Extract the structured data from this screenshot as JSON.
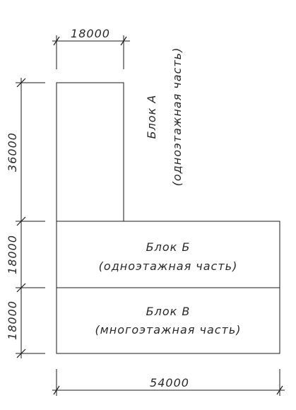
{
  "dimensions": {
    "top_width": "18000",
    "bottom_width": "54000",
    "left_block_a": "36000",
    "left_block_b": "18000",
    "left_block_v": "18000"
  },
  "blocks": {
    "a": {
      "name": "Блок А",
      "type": "(одноэтажная часть)"
    },
    "b": {
      "name": "Блок Б",
      "type": "(одноэтажная часть)"
    },
    "v": {
      "name": "Блок В",
      "type": "(многоэтажная часть)"
    }
  },
  "colors": {
    "line": "#1a1a1a",
    "text": "#2a2a2a",
    "background": "#ffffff"
  }
}
